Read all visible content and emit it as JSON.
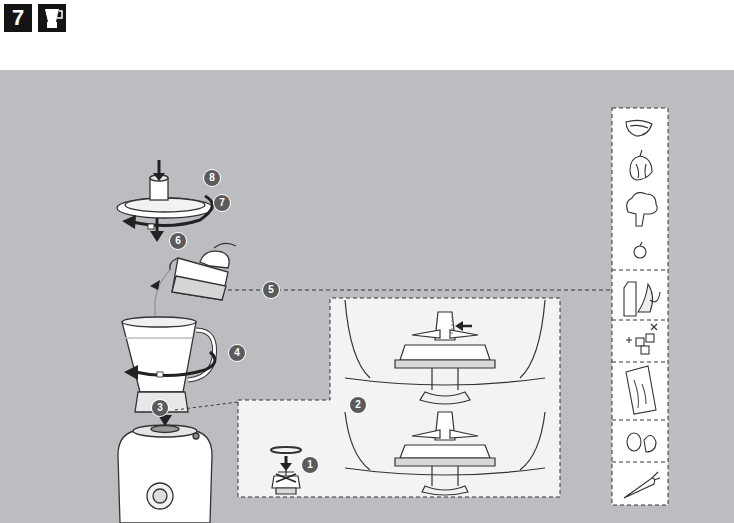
{
  "diagram": {
    "title": "7",
    "labels": [
      "8",
      "7",
      "6",
      "5",
      "4",
      "3",
      "2",
      "1"
    ]
  }
}
